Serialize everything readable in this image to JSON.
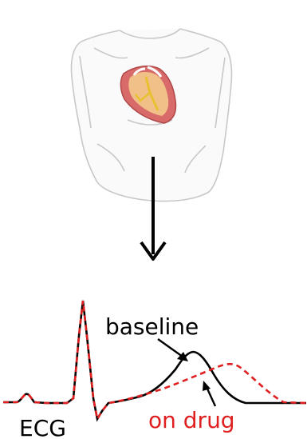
{
  "labels": {
    "baseline": "baseline",
    "on_drug": "on drug",
    "ecg": "ECG"
  },
  "colors": {
    "baseline": "#000000",
    "on_drug": "#e02020",
    "torso_outline": "#c8c8c8",
    "torso_fill": "#fafafa",
    "heart_wall": "#d86a6a",
    "heart_inner": "#f0c088",
    "conduction": "#e8c030"
  },
  "icons": [
    "torso-icon",
    "heart-icon",
    "arrow-down-icon"
  ]
}
